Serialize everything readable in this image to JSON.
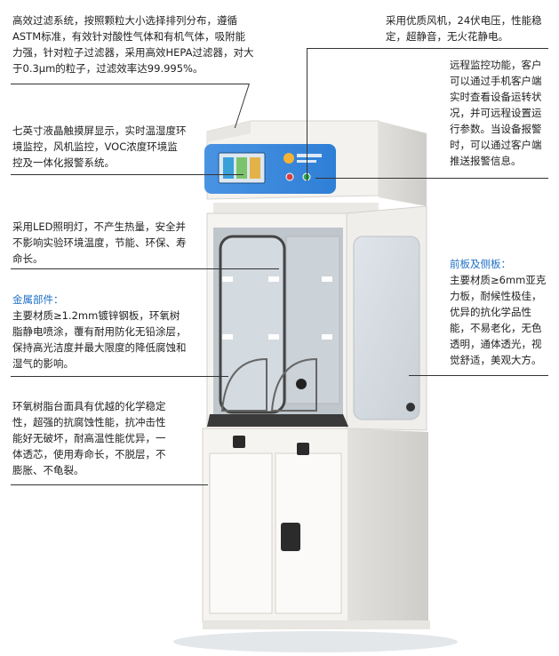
{
  "annotations": {
    "filter": "高效过滤系统，按照颗粒大小选择排列分布，遵循ASTM标准，有效针对酸性气体和有机气体，吸附能力强，针对粒子过滤器，采用高效HEPA过滤器，对大于0.3μm的粒子，过滤效率达99.995%。",
    "fan": "采用优质风机，24伏电压，性能稳定，超静音，无火花静电。",
    "remote": "远程监控功能，客户可以通过手机客户端实时查看设备运转状况，并可远程设置运行参数。当设备报警时，可以通过客户端推送报警信息。",
    "lcd": "七英寸液晶触摸屏显示，实时温湿度环境监控，风机监控，VOC浓度环境监控及一体化报警系统。",
    "led": "采用LED照明灯，不产生热量，安全并不影响实验环境温度，节能、环保、寿命长。",
    "metal_title": "金属部件：",
    "metal": "主要材质≥1.2mm镀锌钢板，环氧树脂静电喷涂，覆有耐用防化无铅涂层，保持高光洁度并最大限度的降低腐蚀和湿气的影响。",
    "panel_title": "前板及侧板：",
    "panel": "主要材质≥6mm亚克力板，耐候性极佳，优异的抗化学品性能，不易老化，无色透明，通体透光，视觉舒适，美观大方。",
    "worktop": "环氧树脂台面具有优越的化学稳定性，超强的抗腐蚀性能，抗冲击性能好无破坏，耐高温性能优异，一体透芯，使用寿命长，不脱层，不膨胀、不龟裂。"
  },
  "colors": {
    "accent": "#1e6fc4",
    "panel_blue": "#2e7fd6",
    "cabinet": "#f3f1ee"
  }
}
